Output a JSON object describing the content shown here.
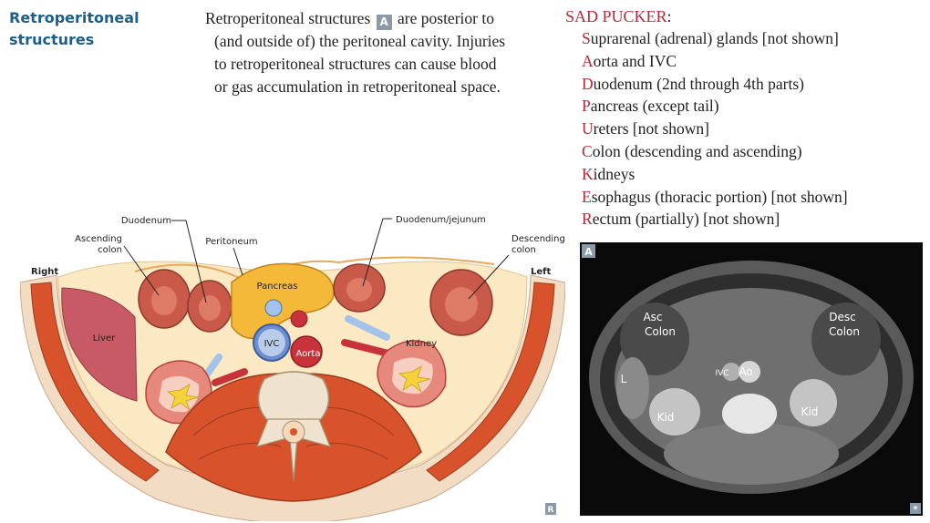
{
  "heading": {
    "line1": "Retroperitoneal",
    "line2": "structures"
  },
  "intro": {
    "before": "Retroperitoneal structures",
    "box": "A",
    "after": "are posterior to",
    "lines": [
      "(and outside of) the peritoneal cavity. Injuries",
      "to retroperitoneal structures can cause blood",
      "or gas accumulation in retroperitoneal space."
    ]
  },
  "mnemonic": {
    "title": "SAD PUCKER",
    "colon": ":",
    "items": [
      {
        "initial": "S",
        "rest": "uprarenal (adrenal) glands [not shown]"
      },
      {
        "initial": "A",
        "rest": "orta and IVC"
      },
      {
        "initial": "D",
        "rest": "uodenum (2nd through 4th parts)"
      },
      {
        "initial": "P",
        "rest": "ancreas (except tail)"
      },
      {
        "initial": "U",
        "rest": "reters [not shown]"
      },
      {
        "initial": "C",
        "rest": "olon (descending and ascending)"
      },
      {
        "initial": "K",
        "rest": "idneys"
      },
      {
        "initial": "E",
        "rest": "sophagus (thoracic portion) [not shown]"
      },
      {
        "initial": "R",
        "rest": "ectum (partially) [not shown]"
      }
    ]
  },
  "diagram": {
    "labels": {
      "duodenum": "Duodenum",
      "ascending_colon_1": "Ascending",
      "ascending_colon_2": "colon",
      "peritoneum": "Peritoneum",
      "duodenum_jejunum": "Duodenum/jejunum",
      "descending_colon_1": "Descending",
      "descending_colon_2": "colon",
      "right": "Right",
      "left": "Left",
      "pancreas": "Pancreas",
      "liver": "Liver",
      "ivc": "IVC",
      "aorta": "Aorta",
      "kidney": "Kidney"
    },
    "corner_mark": "R"
  },
  "ct": {
    "panel_label": "A",
    "labels": {
      "asc_1": "Asc",
      "asc_2": "Colon",
      "desc_1": "Desc",
      "desc_2": "Colon",
      "l": "L",
      "ivc": "IVC",
      "ao": "Ao",
      "kid_left": "Kid",
      "kid_right": "Kid"
    },
    "corner_mark": "*"
  },
  "colors": {
    "heading": "#1d5f8a",
    "mnemonic_red": "#b52a38",
    "muscle": "#d8532c",
    "organ": "#c85a4a",
    "pancreas": "#f5b93a",
    "ivc": "#6d8fd0"
  }
}
